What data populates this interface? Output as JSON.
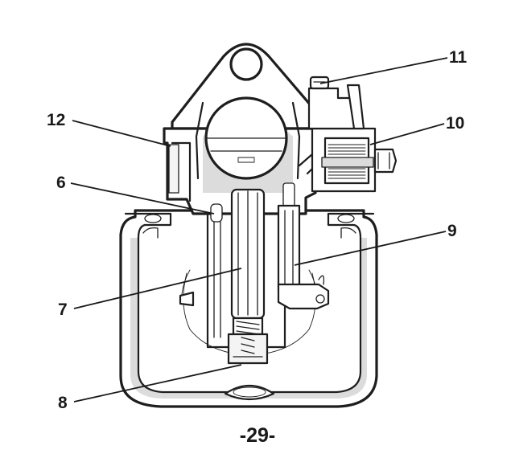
{
  "callouts": {
    "c11": "11",
    "c10": "10",
    "c12": "12",
    "c6": "6",
    "c9": "9",
    "c7": "7",
    "c8": "8"
  },
  "page_number": "-29-"
}
